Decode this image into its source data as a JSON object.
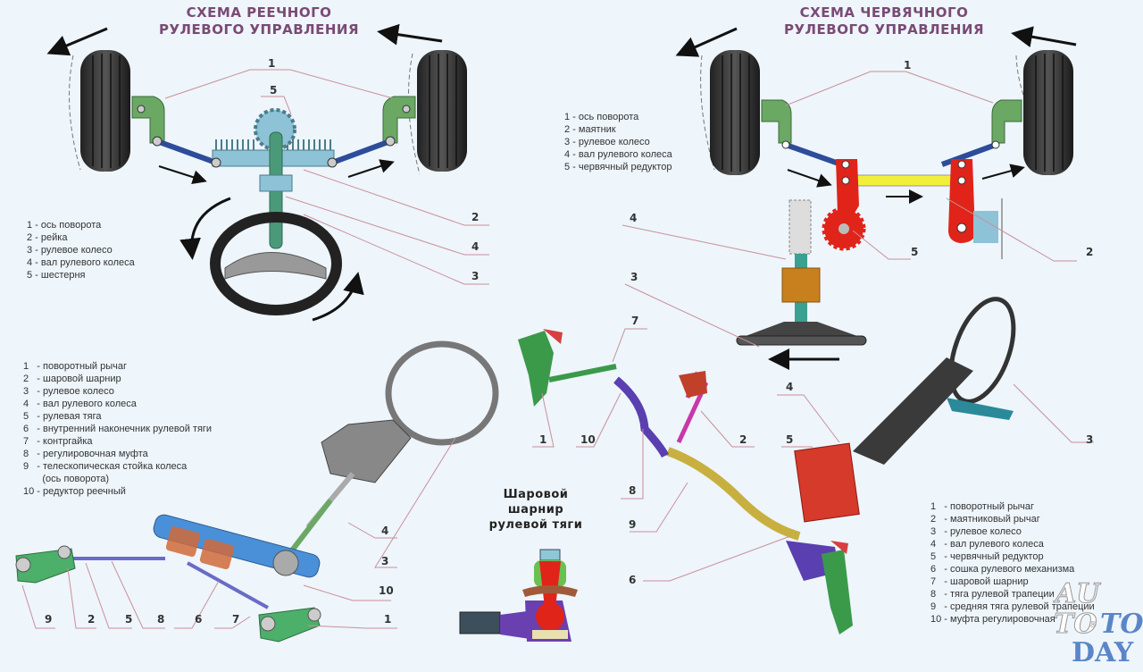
{
  "rack_scheme": {
    "title_line1": "СХЕМА РЕЕЧНОГО",
    "title_line2": "РУЛЕВОГО УПРАВЛЕНИЯ",
    "legend": [
      "1 - ось поворота",
      "2 - рейка",
      "3 - рулевое колесо",
      "4 - вал рулевого колеса",
      "5 - шестерня"
    ],
    "callouts": [
      "1",
      "5",
      "2",
      "4",
      "3"
    ]
  },
  "worm_scheme": {
    "title_line1": "СХЕМА ЧЕРВЯЧНОГО",
    "title_line2": "РУЛЕВОГО УПРАВЛЕНИЯ",
    "legend": [
      "1 - ось поворота",
      "2 - маятник",
      "3 - рулевое колесо",
      "4 - вал рулевого колеса",
      "5 - червячный редуктор"
    ],
    "callouts": [
      "1",
      "4",
      "5",
      "2",
      "3"
    ]
  },
  "rack_assembly": {
    "legend": [
      "1   - поворотный рычаг",
      "2   - шаровой шарнир",
      "3   - рулевое колесо",
      "4   - вал рулевого колеса",
      "5   - рулевая тяга",
      "6   - внутренний наконечник рулевой тяги",
      "7   - контргайка",
      "8   - регулировочная муфта",
      "9   - телескопическая стойка колеса",
      "       (ось поворота)",
      "10 - редуктор реечный"
    ],
    "callouts": [
      "4",
      "3",
      "10",
      "9",
      "2",
      "5",
      "8",
      "6",
      "7",
      "1"
    ]
  },
  "ball_joint": {
    "title_line1": "Шаровой",
    "title_line2": "шарнир",
    "title_line3": "рулевой тяги"
  },
  "worm_assembly": {
    "legend": [
      "1   - поворотный рычаг",
      "2   - маятниковый рычаг",
      "3   - рулевое колесо",
      "4   - вал рулевого колеса",
      "5   - червячный редуктор",
      "6   - сошка рулевого механизма",
      "7   - шаровой шарнир",
      "8   - тяга рулевой трапеции",
      "9   - средняя тяга рулевой трапеции",
      "10 - муфта регулировочная"
    ],
    "callouts": [
      "7",
      "1",
      "10",
      "2",
      "8",
      "9",
      "6",
      "4",
      "5",
      "3"
    ]
  },
  "watermark": {
    "line1": "AU",
    "line2a": "TO",
    "line2b": "TO",
    "line3": "DAY",
    "reg": "®"
  },
  "colors": {
    "background": "#eef5fb",
    "title": "#7a4a74",
    "lever": "#5b9a5a",
    "rod": "#2d4c9a",
    "red": "#e0241a",
    "yellow": "#f2ef3a",
    "leader": "#c9909a",
    "watermark_blue": "#5a86c8"
  }
}
